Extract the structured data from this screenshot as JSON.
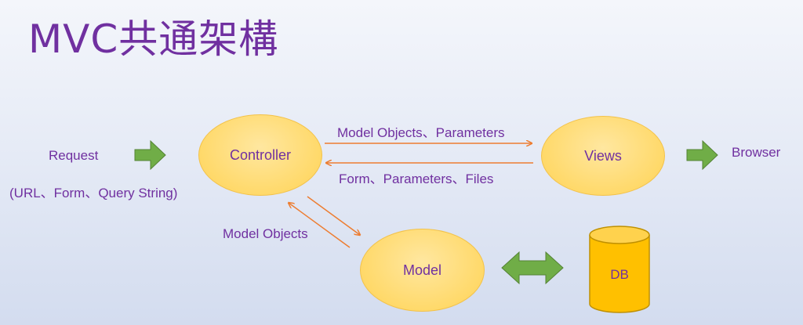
{
  "title": "MVC共通架構",
  "nodes": {
    "controller": "Controller",
    "views": "Views",
    "model": "Model",
    "db": "DB"
  },
  "labels": {
    "request": "Request",
    "request_detail": "(URL、Form、Query String)",
    "browser": "Browser",
    "to_views": "Model Objects、Parameters",
    "from_views": "Form、Parameters、Files",
    "model_objects": "Model Objects"
  },
  "colors": {
    "title": "#7030a0",
    "node_fill": "#ffd96a",
    "db_fill": "#ffc000",
    "green_arrow": "#70ad47",
    "orange_arrow": "#ed7d31"
  }
}
